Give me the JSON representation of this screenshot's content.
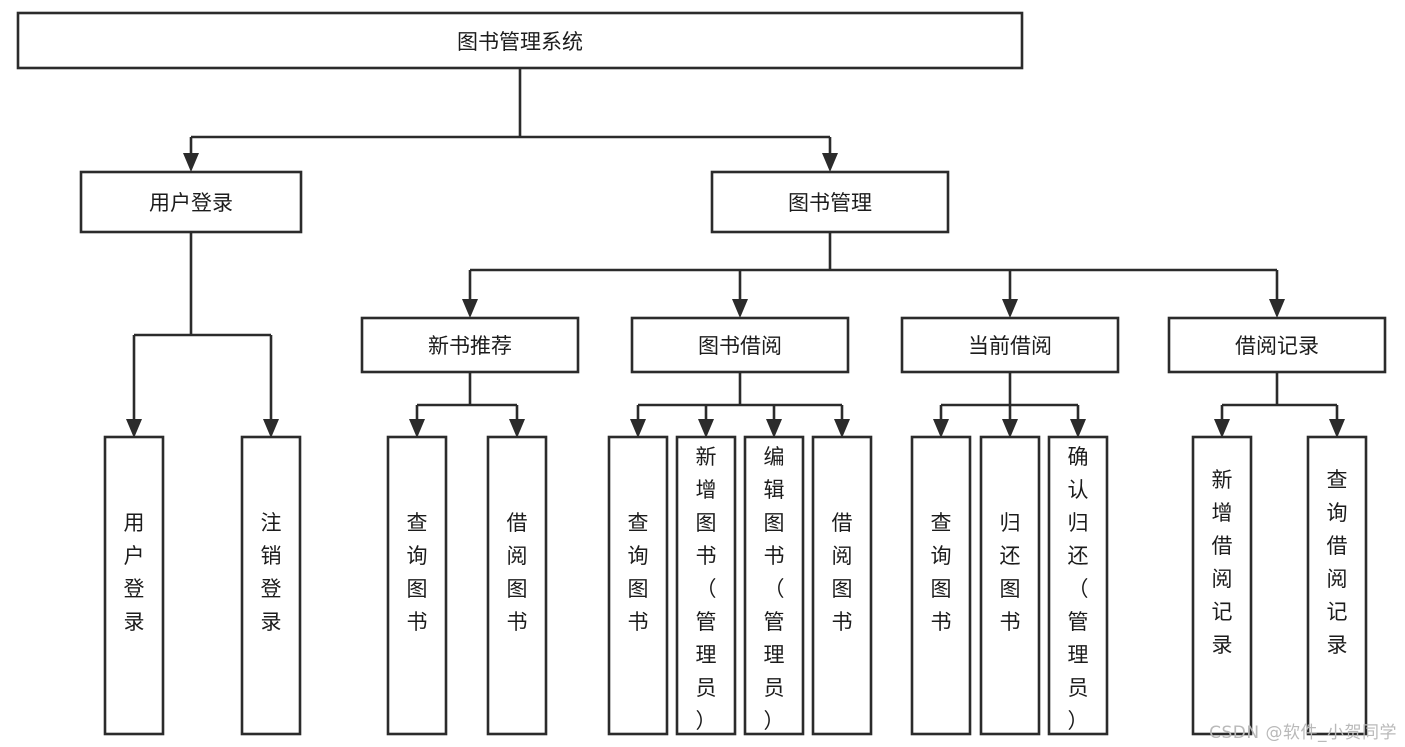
{
  "diagram": {
    "type": "tree-hierarchy",
    "title": "图书管理系统",
    "orientation": "top-down",
    "watermark": "CSDN @软件_小贺同学",
    "style": {
      "box_fill": "#ffffff",
      "box_stroke": "#2b2b2b",
      "connector_color": "#2b2b2b",
      "text_color": "#1c1c1c",
      "background": "#ffffff",
      "watermark_color": "#b9b9b9"
    },
    "root": {
      "id": "root",
      "label": "图书管理系统"
    },
    "level1": [
      {
        "id": "user-login",
        "label": "用户登录"
      },
      {
        "id": "book-management",
        "label": "图书管理"
      }
    ],
    "level2": [
      {
        "id": "new-book-recommend",
        "label": "新书推荐",
        "parent": "book-management"
      },
      {
        "id": "book-borrow",
        "label": "图书借阅",
        "parent": "book-management"
      },
      {
        "id": "current-borrow",
        "label": "当前借阅",
        "parent": "book-management"
      },
      {
        "id": "borrow-record",
        "label": "借阅记录",
        "parent": "book-management"
      }
    ],
    "leaves": [
      {
        "id": "leaf-user-login",
        "label": "用户登录",
        "parent": "user-login"
      },
      {
        "id": "leaf-logout",
        "label": "注销登录",
        "parent": "user-login"
      },
      {
        "id": "leaf-query-book-1",
        "label": "查询图书",
        "parent": "new-book-recommend"
      },
      {
        "id": "leaf-borrow-book-1",
        "label": "借阅图书",
        "parent": "new-book-recommend"
      },
      {
        "id": "leaf-query-book-2",
        "label": "查询图书",
        "parent": "book-borrow"
      },
      {
        "id": "leaf-add-book",
        "label": "新增图书（管理员）",
        "parent": "book-borrow"
      },
      {
        "id": "leaf-edit-book",
        "label": "编辑图书（管理员）",
        "parent": "book-borrow"
      },
      {
        "id": "leaf-borrow-book-2",
        "label": "借阅图书",
        "parent": "book-borrow"
      },
      {
        "id": "leaf-query-book-3",
        "label": "查询图书",
        "parent": "current-borrow"
      },
      {
        "id": "leaf-return-book",
        "label": "归还图书",
        "parent": "current-borrow"
      },
      {
        "id": "leaf-confirm-return",
        "label": "确认归还（管理员）",
        "parent": "current-borrow"
      },
      {
        "id": "leaf-add-record",
        "label": "新增借阅记录",
        "parent": "borrow-record"
      },
      {
        "id": "leaf-query-record",
        "label": "查询借阅记录",
        "parent": "borrow-record"
      }
    ]
  }
}
